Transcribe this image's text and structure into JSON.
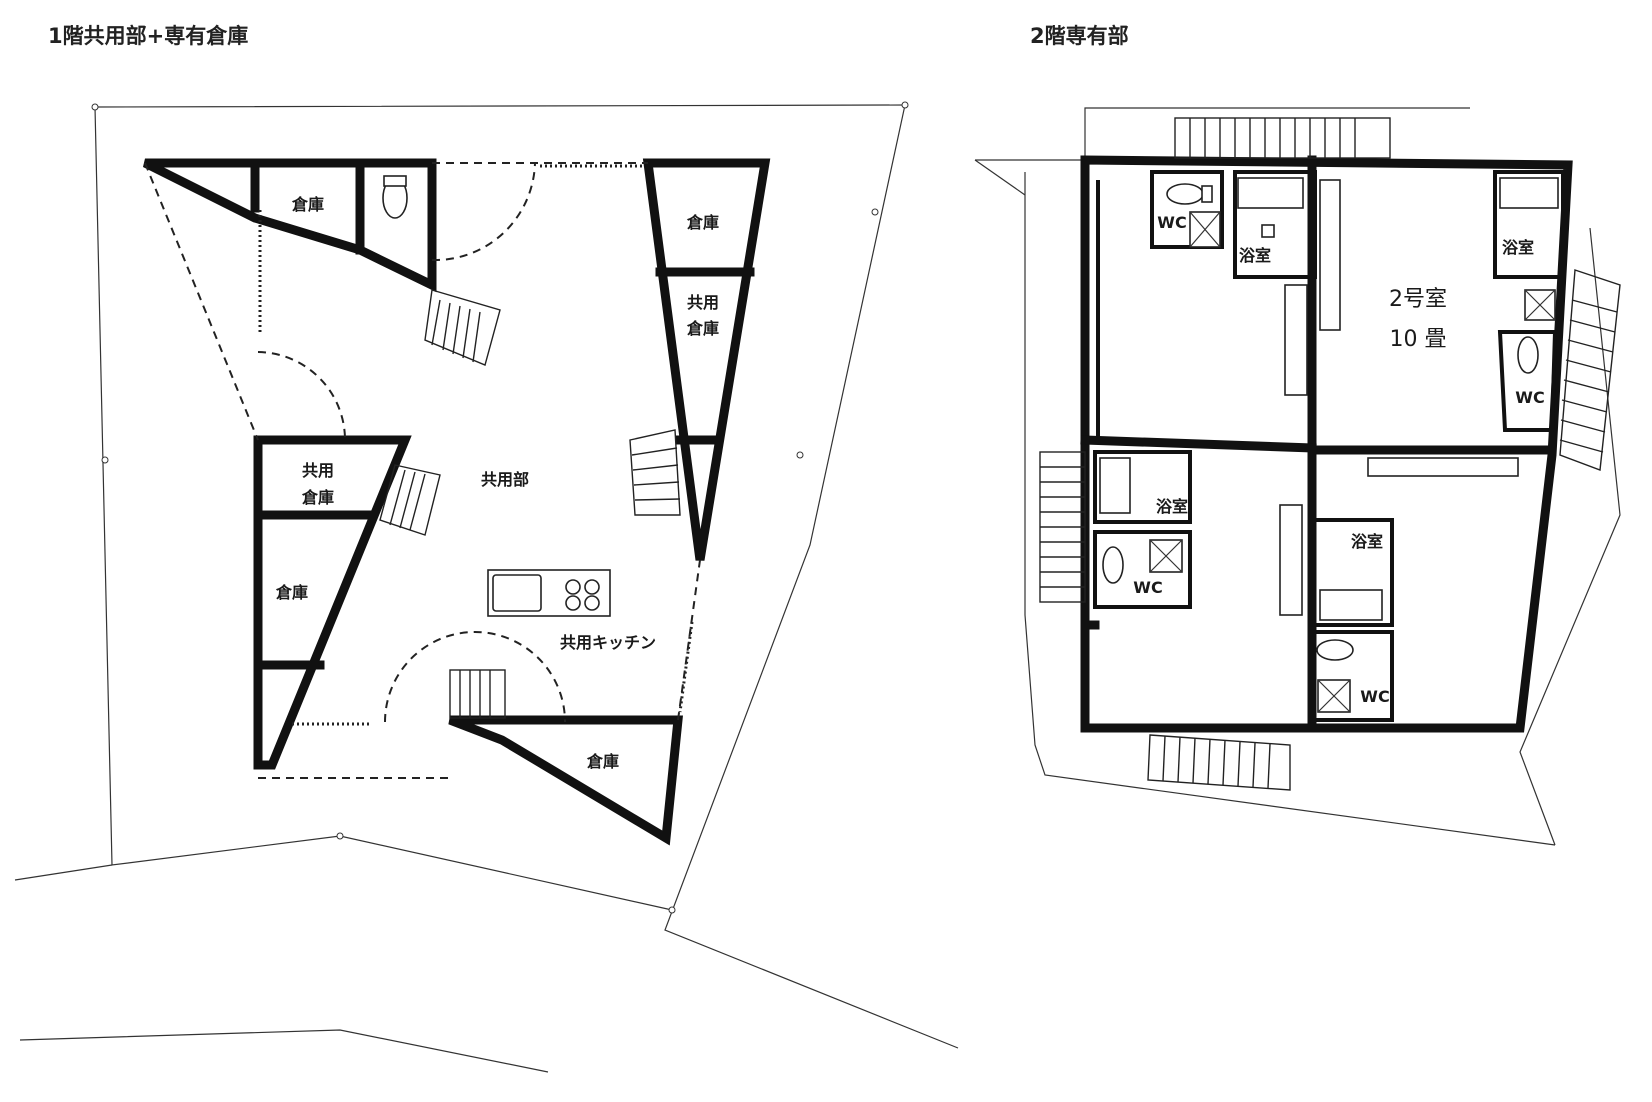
{
  "floor1": {
    "title": "1階共用部+専有倉庫",
    "labels": {
      "storage_top": "倉庫",
      "storage_right_top": "倉庫",
      "shared_storage_right_1": "共用",
      "shared_storage_right_2": "倉庫",
      "shared_storage_left_1": "共用",
      "shared_storage_left_2": "倉庫",
      "common_area": "共用部",
      "storage_left": "倉庫",
      "shared_kitchen": "共用キッチン",
      "storage_bottom": "倉庫"
    }
  },
  "floor2": {
    "title": "2階専有部",
    "labels": {
      "wc_top_left": "WC",
      "bath_top_left": "浴室",
      "bath_top_right": "浴室",
      "room_name": "2号室",
      "room_size": "10 畳",
      "wc_top_right": "WC",
      "bath_mid_left": "浴室",
      "wc_mid_left": "WC",
      "bath_bottom_right": "浴室",
      "wc_bottom_right": "WC"
    }
  }
}
